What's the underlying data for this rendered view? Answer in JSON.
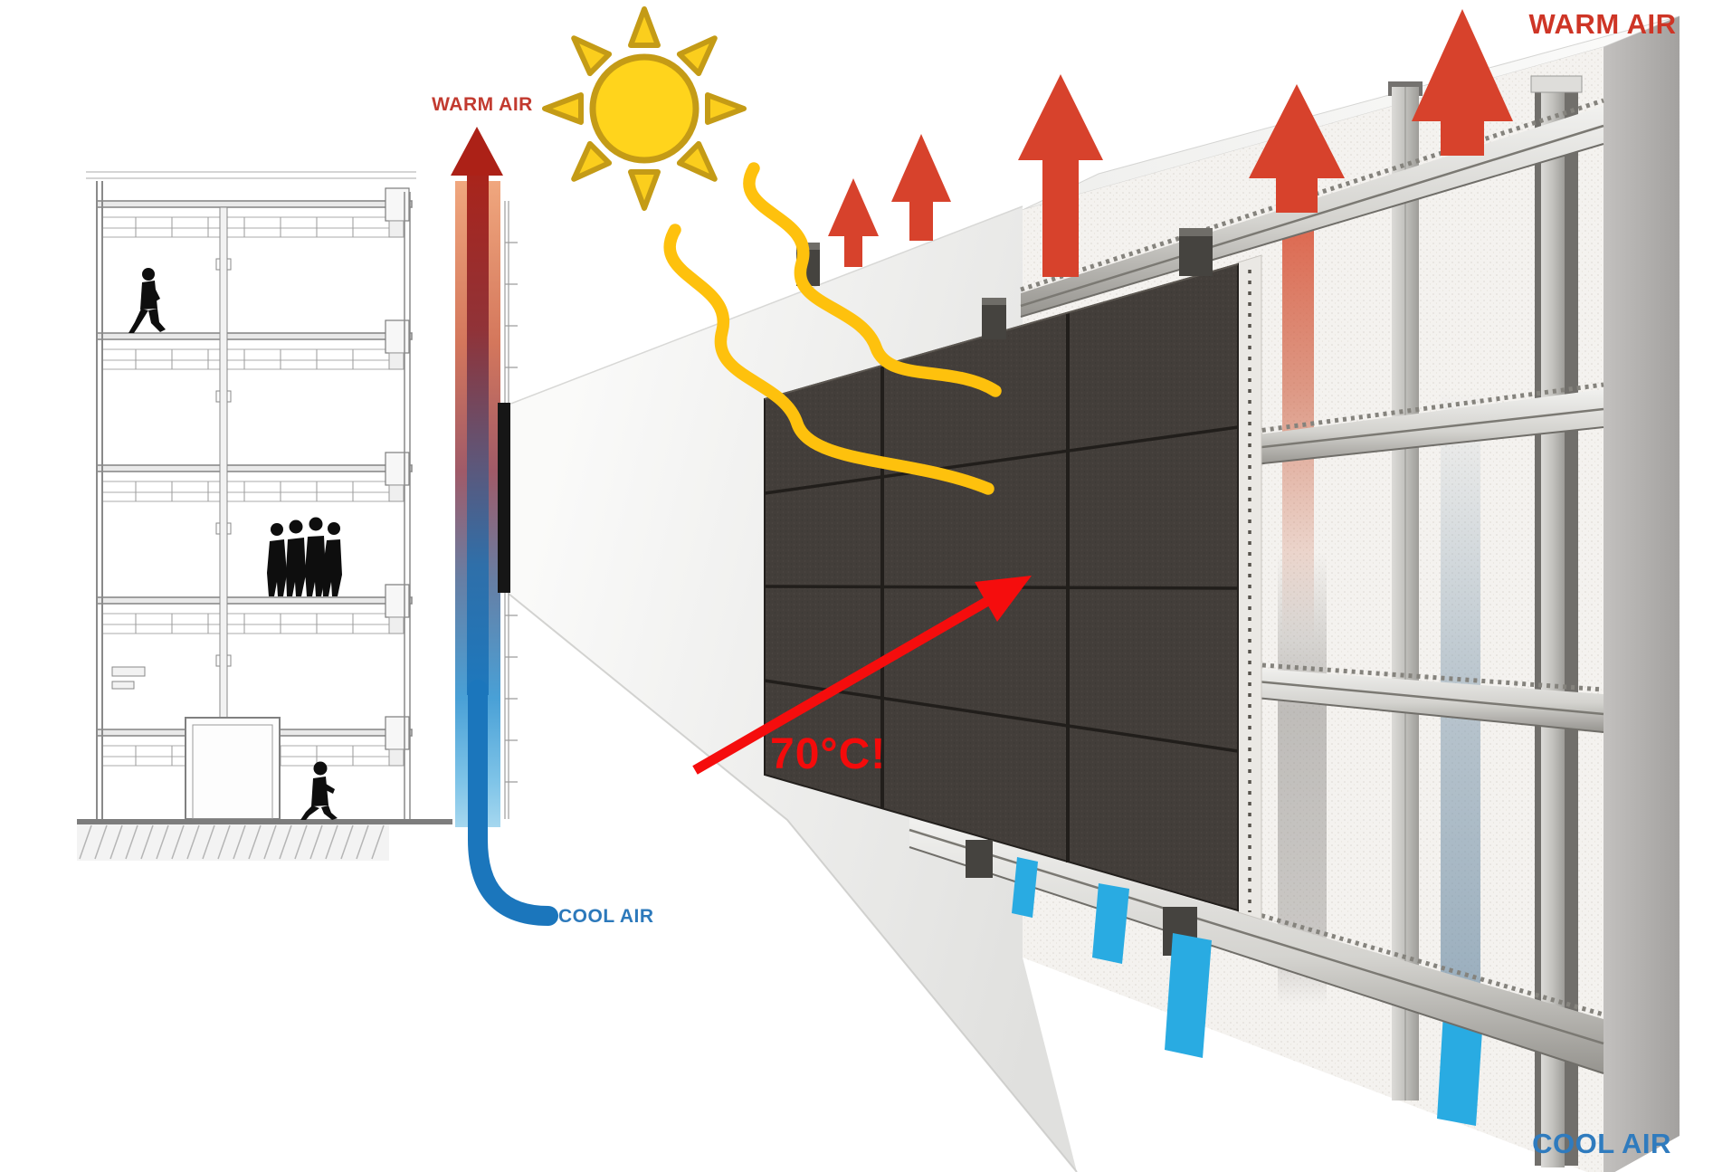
{
  "labels": {
    "warm_air_left": "WARM AIR",
    "cool_air_left": "COOL AIR",
    "warm_air_right": "WARM AIR",
    "cool_air_right": "COOL AIR",
    "temperature_callout": "70°C!"
  },
  "colors": {
    "warm_air_red": "#D7422C",
    "warm_label_red": "#CE3526",
    "cool_air_blue": "#29ABE2",
    "cool_label_blue": "#2F7BBE",
    "annotation_red": "#F50D0D",
    "sun_yellow": "#FFD41C",
    "sun_outline": "#C49B16",
    "panel_dark_gray": "#433E3A",
    "gradient_strip_warm": "#F0A77E",
    "gradient_strip_cool": "#A5D7EF"
  }
}
